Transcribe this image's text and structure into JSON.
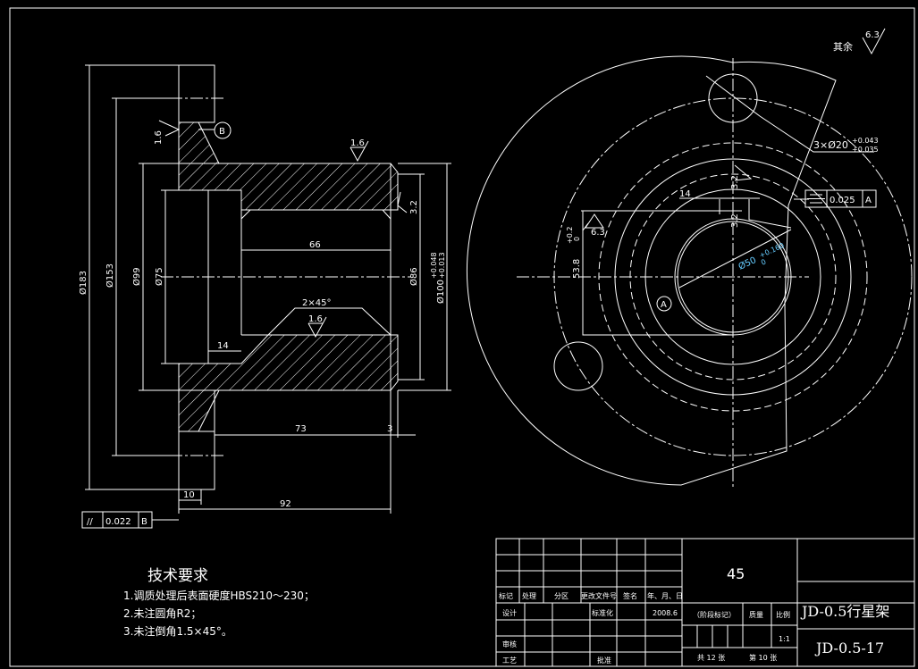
{
  "roughness_note": {
    "label": "其余",
    "value": "6.3"
  },
  "left_view": {
    "dims": {
      "d183": "Ø183",
      "d153": "Ø153",
      "d99": "Ø99",
      "d75": "Ø75",
      "d86": "Ø86",
      "d100": "Ø100",
      "d100_tol_up": "+0.048",
      "d100_tol_lo": "+0.013",
      "len66": "66",
      "len14": "14",
      "len73": "73",
      "len3": "3",
      "len92": "92",
      "len10": "10",
      "chamfer": "2×45°"
    },
    "roughness": {
      "r1": "1.6",
      "r2": "1.6",
      "r3": "1.6",
      "r4": "3.2"
    },
    "datum_b": "B",
    "parallelism": {
      "symbol": "//",
      "value": "0.022",
      "datum": "B"
    }
  },
  "right_view": {
    "holes": "3×Ø20",
    "holes_tol_up": "+0.043",
    "holes_tol_lo": "+0.035",
    "symmetry": {
      "symbol": "⌯",
      "value": "0.025",
      "datum": "A"
    },
    "key_width": "14",
    "key_height": "53.8",
    "key_tol_up": "+0.2",
    "key_tol_lo": "0",
    "bore": "Ø50",
    "bore_tol_up": "+0.160",
    "bore_tol_lo": "0",
    "roughness": {
      "r1": "3.2",
      "r2": "3.2",
      "r3": "6.3"
    },
    "datum_a": "A"
  },
  "tech_req": {
    "title": "技术要求",
    "items": [
      "1.调质处理后表面硬度HBS210～230；",
      "2.未注圆角R2；",
      "3.未注倒角1.5×45°。"
    ]
  },
  "title_block": {
    "material": "45",
    "name": "JD-0.5行星架",
    "code": "JD-0.5-17",
    "headers": [
      "标记",
      "处理",
      "分区",
      "更改文件号",
      "签名",
      "年、月、日"
    ],
    "design": "设计",
    "standard": "标准化",
    "date": "2008.6",
    "stage": "（阶段标记）",
    "mass": "质量",
    "scale_label": "比例",
    "scale": "1:1",
    "review": "审核",
    "process": "工艺",
    "approve": "批准",
    "sheets": "共 12 张",
    "sheet_no": "第 10 张"
  }
}
